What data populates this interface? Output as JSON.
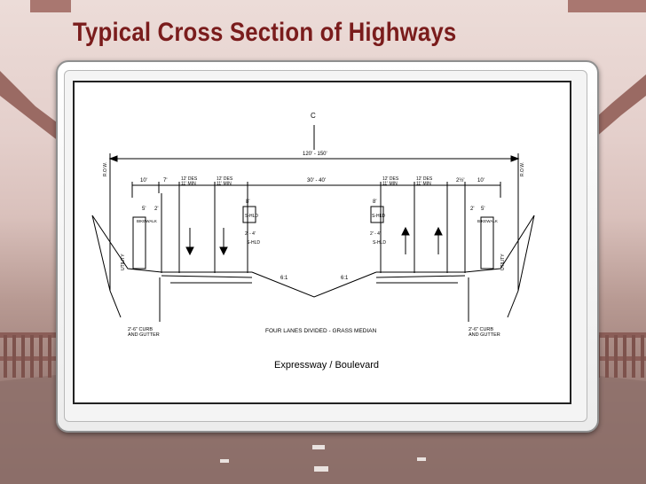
{
  "slide": {
    "title": "Typical Cross Section of Highways"
  },
  "diagram": {
    "centerline_mark": "C",
    "overall_width": "120' - 150'",
    "median_width": "30' - 40'",
    "lane_width_left_1": "12' DES\n11' MIN",
    "lane_width_left_2": "12' DES\n11' MIN",
    "lane_width_right_1": "12' DES\n11' MIN",
    "lane_width_right_2": "12' DES\n11' MIN",
    "outer_strip_left": "10'",
    "outer_strip_right": "10'",
    "offset_left": "7'",
    "offset_right": "2½'",
    "shoulder_left_width": "8'",
    "shoulder_left_label": "S-HLD",
    "shoulder_left_inner_width": "2' - 4'",
    "shoulder_left_inner_label": "S-HLD",
    "shoulder_right_width": "8'",
    "shoulder_right_label": "S-HLD",
    "shoulder_right_inner_width": "2' - 4'",
    "shoulder_right_inner_label": "S-HLD",
    "sidewalk_left_width": "5'",
    "sidewalk_left_label": "BIKEWALK",
    "sidewalk_left_gap": "2'",
    "sidewalk_right_width": "5'",
    "sidewalk_right_label": "BIKEWALK",
    "sidewalk_right_gap": "2'",
    "utility_left": "UTILITY",
    "utility_right": "UTILITY",
    "row_left": "R.O.W.",
    "row_right": "R.O.W.",
    "slope_left": "6:1",
    "slope_right": "6:1",
    "curb_left_label": "2'-6\" CURB\nAND GUTTER",
    "curb_right_label": "2'-6\" CURB\nAND GUTTER",
    "section_description": "FOUR LANES DIVIDED - GRASS MEDIAN",
    "section_name": "Expressway / Boulevard"
  }
}
